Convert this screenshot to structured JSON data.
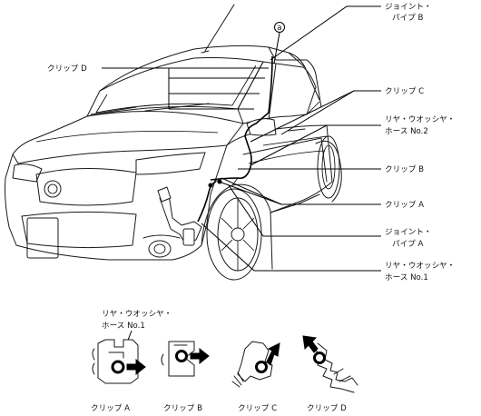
{
  "labels": {
    "joint_pipe_b": [
      "ジョイント・",
      "パイプ B"
    ],
    "circle_a": "a",
    "clip_d": "クリップ D",
    "clip_c": "クリップ C",
    "rear_washer_hose_2": [
      "リヤ・ウオッシヤ・",
      "ホース No.2"
    ],
    "clip_b": "クリップ B",
    "clip_a": "クリップ A",
    "joint_pipe_a": [
      "ジョイント・",
      "パイプ A"
    ],
    "rear_washer_hose_1": [
      "リヤ・ウオッシヤ・",
      "ホース No.1"
    ]
  },
  "detail": {
    "hose_no1": [
      "リヤ・ウオッシヤ・",
      "ホース No.1"
    ],
    "captions": [
      "クリップ A",
      "クリップ B",
      "クリップ C",
      "クリップ D"
    ]
  }
}
